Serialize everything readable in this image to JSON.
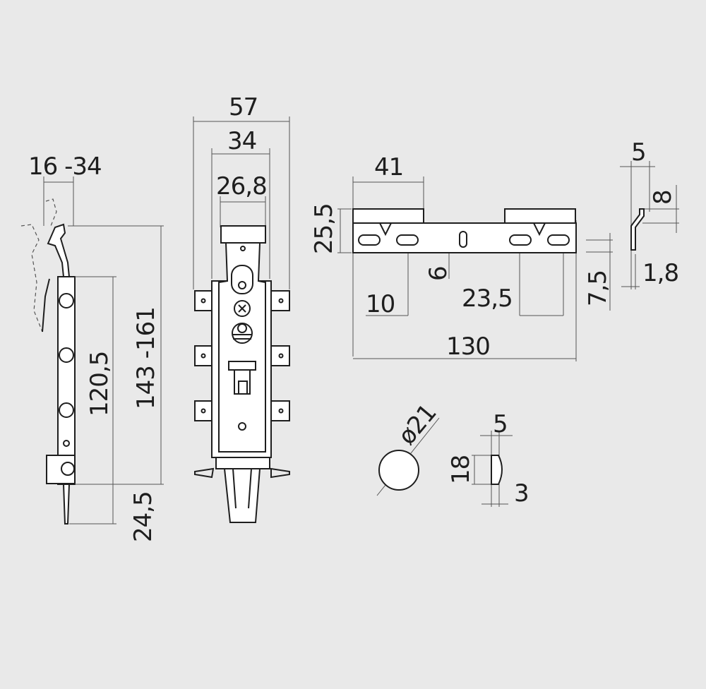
{
  "colors": {
    "background": "#e9e9e9",
    "line": "#1e1e1e",
    "dimension": "#555555"
  },
  "side_view": {
    "width_range": "16 -34",
    "height_main": "120,5",
    "height_range": "143 -161",
    "bottom": "24,5"
  },
  "front_view": {
    "overall_width": "57",
    "inner_width": "34",
    "slot_width": "26,8"
  },
  "plate_view": {
    "pad_width": "41",
    "height": "25,5",
    "offset": "6",
    "hole_spacing_small": "10",
    "hole_spacing": "23,5",
    "hole_offset": "7,5",
    "total_length": "130"
  },
  "profile_view": {
    "width": "5",
    "height": "8",
    "thickness": "1,8"
  },
  "cap_view": {
    "diameter": "ø21",
    "thickness": "5",
    "height": "18",
    "depth": "3"
  }
}
